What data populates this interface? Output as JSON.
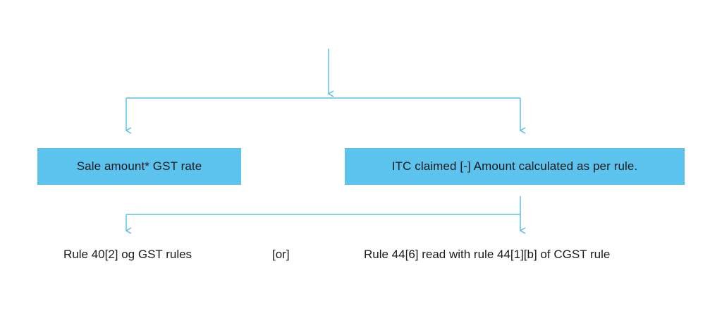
{
  "colors": {
    "connector": "#5bbfe8",
    "box_fill": "#5bc3ee",
    "text": "#1a1a1a"
  },
  "boxes": {
    "left": "Sale amount* GST rate",
    "right": "ITC claimed [-] Amount calculated as per rule."
  },
  "outcomes": {
    "left": "Rule 40[2] og GST rules",
    "separator": "[or]",
    "right": "Rule 44[6] read with rule 44[1][b] of CGST rule"
  }
}
